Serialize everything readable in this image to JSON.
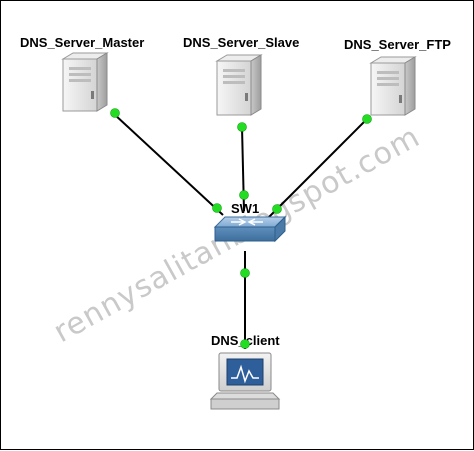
{
  "diagram": {
    "watermark": "rennysalitanblogspot.com",
    "nodes": {
      "server_master": {
        "label": "DNS_Server_Master",
        "icon": "server-tower-icon"
      },
      "server_slave": {
        "label": "DNS_Server_Slave",
        "icon": "server-tower-icon"
      },
      "server_ftp": {
        "label": "DNS_Server_FTP",
        "icon": "server-tower-icon"
      },
      "switch": {
        "label": "SW1",
        "icon": "network-switch-icon"
      },
      "client": {
        "label": "DNS_client",
        "icon": "workstation-monitor-icon"
      }
    },
    "links": [
      {
        "from": "DNS_Server_Master",
        "to": "SW1",
        "status_color": "#22dd22"
      },
      {
        "from": "DNS_Server_Slave",
        "to": "SW1",
        "status_color": "#22dd22"
      },
      {
        "from": "DNS_Server_FTP",
        "to": "SW1",
        "status_color": "#22dd22"
      },
      {
        "from": "SW1",
        "to": "DNS_client",
        "status_color": "#22dd22"
      }
    ],
    "colors": {
      "link": "#000000",
      "link_up": "#22dd22",
      "switch_body": "#6f9ec9",
      "server_body": "#e4e4e4",
      "screen": "#2f5f9a"
    }
  }
}
